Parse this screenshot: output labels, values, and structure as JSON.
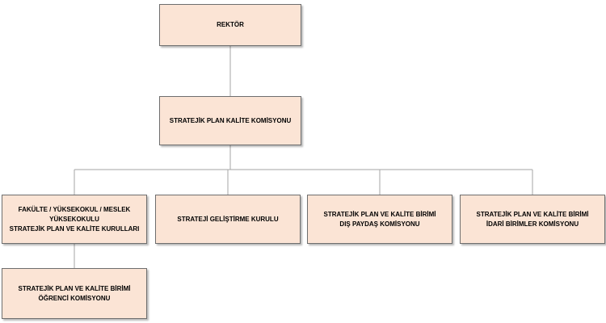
{
  "diagram": {
    "nodes": [
      {
        "id": "rektor",
        "label": "REKTÖR"
      },
      {
        "id": "komisyon",
        "label": "STRATEJİK PLAN KALİTE KOMİSYONU"
      },
      {
        "id": "fakulte",
        "label": "FAKÜLTE / YÜKSEKOKUL / MESLEK YÜKSEKOKULU\nSTRATEJİK PLAN VE KALİTE KURULLARI"
      },
      {
        "id": "gelistirme",
        "label": "STRATEJİ GELİŞTİRME KURULU"
      },
      {
        "id": "dis",
        "label": "STRATEJİK PLAN VE KALİTE BİRİMİ\nDIŞ PAYDAŞ KOMİSYONU"
      },
      {
        "id": "idari",
        "label": "STRATEJİK PLAN VE KALİTE BİRİMİ\nİDARİ BİRİMLER KOMİSYONU"
      },
      {
        "id": "ogrenci",
        "label": "STRATEJİK PLAN VE KALİTE BİRİMİ\nÖĞRENCİ KOMİSYONU"
      }
    ],
    "edges": [
      {
        "from": "rektor",
        "to": "komisyon"
      },
      {
        "from": "komisyon",
        "to": "fakulte"
      },
      {
        "from": "komisyon",
        "to": "gelistirme"
      },
      {
        "from": "komisyon",
        "to": "dis"
      },
      {
        "from": "komisyon",
        "to": "idari"
      },
      {
        "from": "fakulte",
        "to": "ogrenci"
      }
    ],
    "colors": {
      "box_fill": "#fbe4d5",
      "box_border": "#6e6e6e",
      "connector": "#a6a6a6",
      "text": "#000000"
    }
  }
}
